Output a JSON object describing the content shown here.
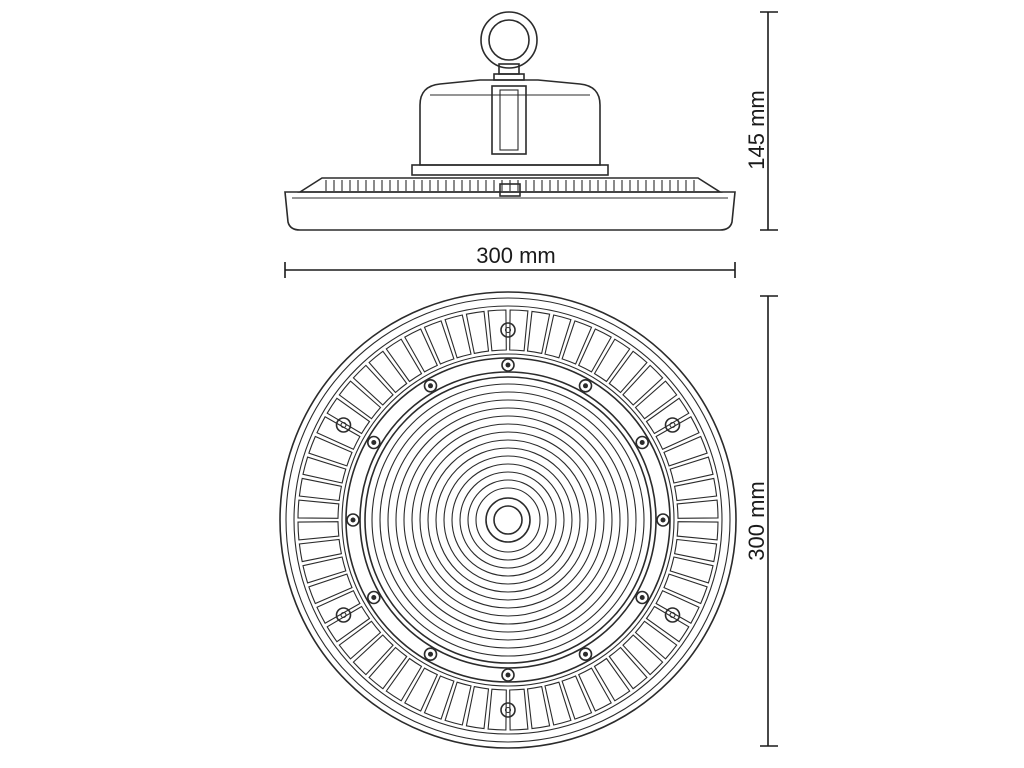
{
  "dimensions": {
    "height_label": "145 mm",
    "width_label": "300 mm",
    "diameter_label": "300 mm"
  },
  "colors": {
    "stroke": "#2b2b2b",
    "background": "#ffffff"
  }
}
